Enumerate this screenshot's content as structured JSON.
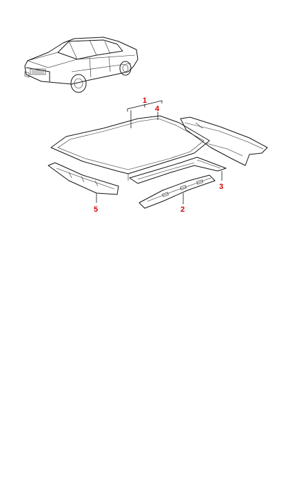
{
  "callouts": [
    {
      "id": "c1",
      "label": "1"
    },
    {
      "id": "c2",
      "label": "2"
    },
    {
      "id": "c3",
      "label": "3"
    },
    {
      "id": "c4",
      "label": "4"
    },
    {
      "id": "c5",
      "label": "5"
    }
  ],
  "colors": {
    "callout": "#d40000",
    "line": "#111111",
    "background": "#ffffff"
  }
}
